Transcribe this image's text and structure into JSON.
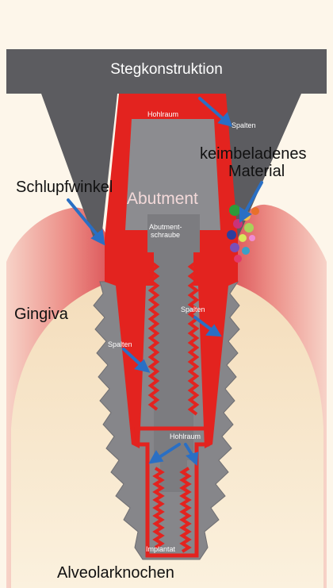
{
  "labels": {
    "stegkonstruktion": "Stegkonstruktion",
    "hohlraum_top": "Hohlraum",
    "spalten_top": "Spalten",
    "keimbeladenes": "keimbeladenes",
    "material": "Material",
    "schlupfwinkel": "Schlupfwinkel",
    "abutment": "Abutment",
    "abutment_schraube_1": "Abutment-",
    "abutment_schraube_2": "schraube",
    "gingiva": "Gingiva",
    "spalten_right": "Spalten",
    "spalten_left": "Spalten",
    "hohlraum_bottom": "Hohlraum",
    "implantat": "Implantat",
    "alveolarknochen": "Alveolarknochen"
  },
  "colors": {
    "background": "#fdf6ea",
    "steg": "#5a5a5e",
    "gingiva_dark": "#d9545a",
    "gingiva_light": "#f4c2b8",
    "bone": "#f6e6c9",
    "implant_grey": "#8a8a8c",
    "abutment_red": "#e3231f",
    "arrow_blue": "#2a6fc4"
  }
}
